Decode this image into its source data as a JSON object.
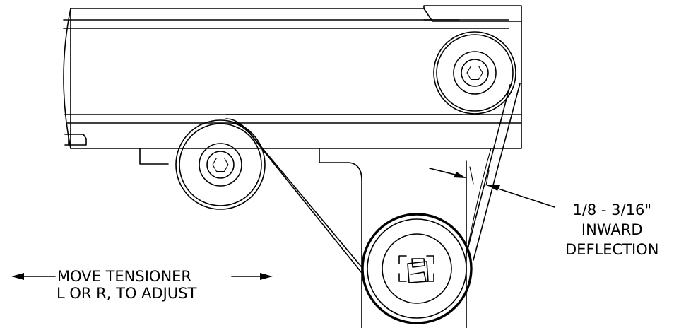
{
  "callouts": {
    "move_tensioner_line1": "MOVE TENSIONER",
    "move_tensioner_line2": "L OR R, TO ADJUST",
    "deflection_line1": "1/8 - 3/16\"",
    "deflection_line2": "INWARD",
    "deflection_line3": "DEFLECTION"
  }
}
